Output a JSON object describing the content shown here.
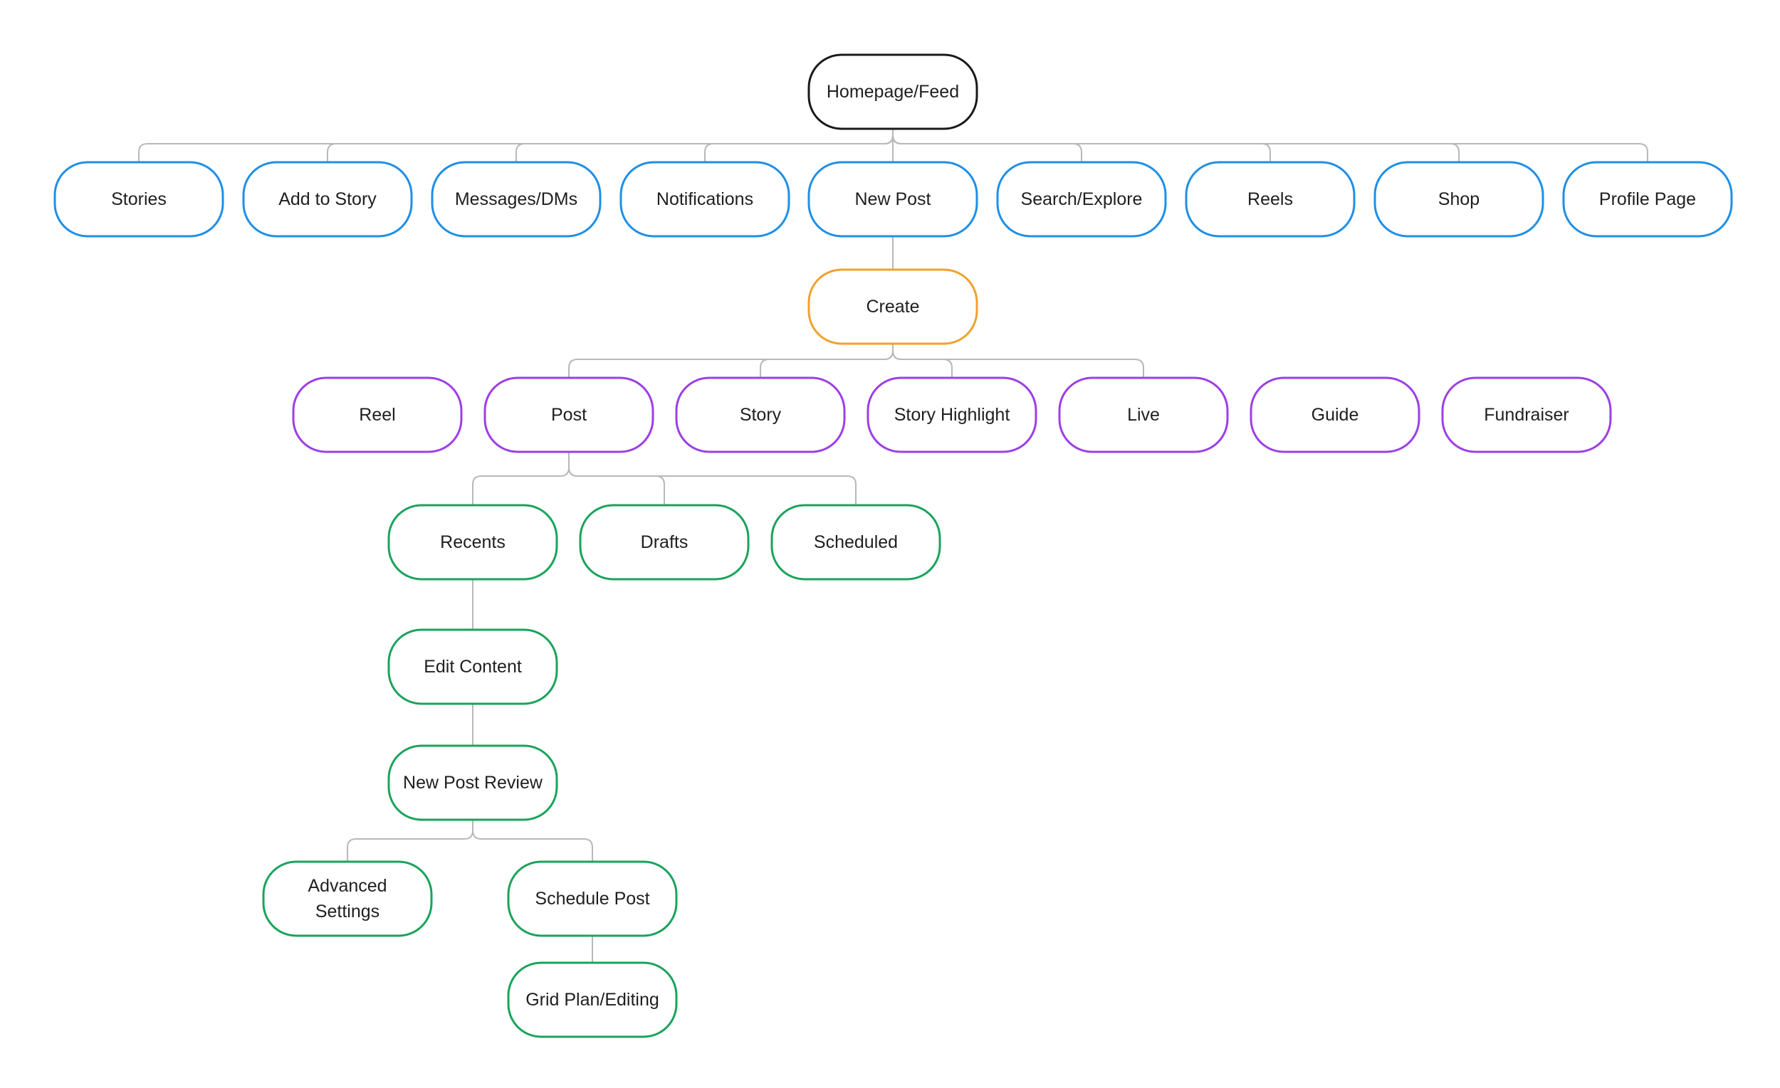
{
  "colors": {
    "root": "#1a1a1a",
    "level1": "#1e8fe6",
    "create": "#f2a12c",
    "level3": "#9d3ee6",
    "level4": "#1aa35b",
    "connector": "#b8b8b8"
  },
  "nodes": [
    {
      "id": "homepage-feed",
      "label": "Homepage/Feed",
      "group": "root",
      "parent": null
    },
    {
      "id": "stories",
      "label": "Stories",
      "group": "level1",
      "parent": "homepage-feed"
    },
    {
      "id": "add-to-story",
      "label": "Add to Story",
      "group": "level1",
      "parent": "homepage-feed"
    },
    {
      "id": "messages-dms",
      "label": "Messages/DMs",
      "group": "level1",
      "parent": "homepage-feed"
    },
    {
      "id": "notifications",
      "label": "Notifications",
      "group": "level1",
      "parent": "homepage-feed"
    },
    {
      "id": "new-post",
      "label": "New Post",
      "group": "level1",
      "parent": "homepage-feed"
    },
    {
      "id": "search-explore",
      "label": "Search/Explore",
      "group": "level1",
      "parent": "homepage-feed"
    },
    {
      "id": "reels",
      "label": "Reels",
      "group": "level1",
      "parent": "homepage-feed"
    },
    {
      "id": "shop",
      "label": "Shop",
      "group": "level1",
      "parent": "homepage-feed"
    },
    {
      "id": "profile-page",
      "label": "Profile Page",
      "group": "level1",
      "parent": "homepage-feed"
    },
    {
      "id": "create",
      "label": "Create",
      "group": "create",
      "parent": "new-post"
    },
    {
      "id": "reel",
      "label": "Reel",
      "group": "level3",
      "parent": null
    },
    {
      "id": "post",
      "label": "Post",
      "group": "level3",
      "parent": "create"
    },
    {
      "id": "story",
      "label": "Story",
      "group": "level3",
      "parent": "create"
    },
    {
      "id": "story-highlight",
      "label": "Story Highlight",
      "group": "level3",
      "parent": "create"
    },
    {
      "id": "live",
      "label": "Live",
      "group": "level3",
      "parent": "create"
    },
    {
      "id": "guide",
      "label": "Guide",
      "group": "level3",
      "parent": null
    },
    {
      "id": "fundraiser",
      "label": "Fundraiser",
      "group": "level3",
      "parent": null
    },
    {
      "id": "recents",
      "label": "Recents",
      "group": "level4",
      "parent": "post"
    },
    {
      "id": "drafts",
      "label": "Drafts",
      "group": "level4",
      "parent": "post"
    },
    {
      "id": "scheduled",
      "label": "Scheduled",
      "group": "level4",
      "parent": "post"
    },
    {
      "id": "edit-content",
      "label": "Edit Content",
      "group": "level4",
      "parent": "recents"
    },
    {
      "id": "new-post-review",
      "label": "New Post Review",
      "group": "level4",
      "parent": "edit-content"
    },
    {
      "id": "advanced-settings",
      "label": [
        "Advanced",
        "Settings"
      ],
      "group": "level4",
      "parent": "new-post-review"
    },
    {
      "id": "schedule-post",
      "label": "Schedule Post",
      "group": "level4",
      "parent": "new-post-review"
    },
    {
      "id": "grid-plan-editing",
      "label": "Grid Plan/Editing",
      "group": "level4",
      "parent": "schedule-post"
    }
  ]
}
